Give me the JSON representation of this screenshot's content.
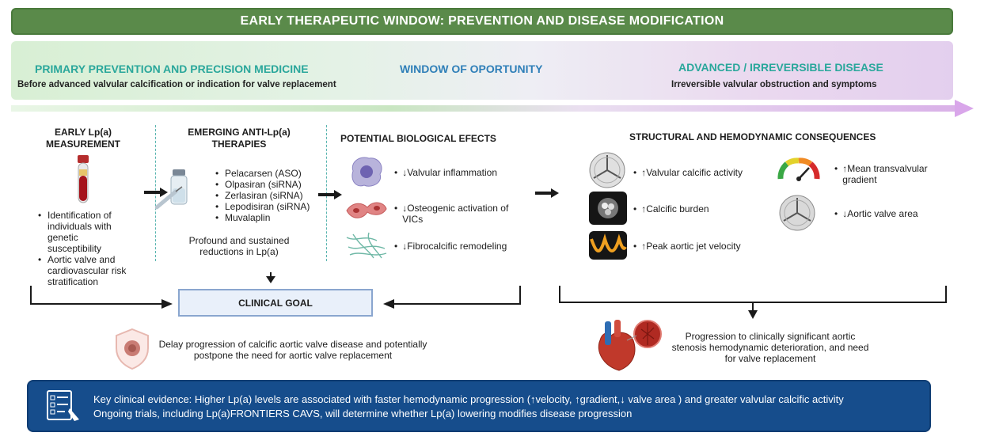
{
  "header": {
    "title": "EARLY THERAPEUTIC WINDOW: PREVENTION AND DISEASE MODIFICATION"
  },
  "band": {
    "left_title": "PRIMARY PREVENTION AND PRECISION MEDICINE",
    "left_subtitle": "Before advanced valvular calcification or indication for valve replacement",
    "center_title": "WINDOW OF OPORTUNITY",
    "right_title": "ADVANCED / IRREVERSIBLE DISEASE",
    "right_subtitle": "Irreversible valvular obstruction and symptoms"
  },
  "measurement": {
    "title": "EARLY Lp(a) MEASUREMENT",
    "bullets": [
      "Identification of individuals with genetic susceptibility",
      "Aortic valve and cardiovascular risk stratification"
    ]
  },
  "therapies": {
    "title": "EMERGING ANTI-Lp(a) THERAPIES",
    "items": [
      "Pelacarsen (ASO)",
      "Olpasiran (siRNA)",
      "Zerlasiran (siRNA)",
      "Lepodisiran (siRNA)",
      "Muvalaplin"
    ],
    "note": "Profound and sustained reductions in Lp(a)"
  },
  "effects": {
    "title": "POTENTIAL BIOLOGICAL EFECTS",
    "items": [
      "↓Valvular inflammation",
      "↓Osteogenic activation of VICs",
      "↓Fibrocalcific remodeling"
    ]
  },
  "consequences": {
    "title": "STRUCTURAL AND HEMODYNAMIC CONSEQUENCES",
    "left_items": [
      "↑Valvular calcific activity",
      "↑Calcific burden",
      "↑Peak aortic jet velocity"
    ],
    "right_items": [
      "↑Mean transvalvular gradient",
      "↓Aortic valve area"
    ]
  },
  "goal": {
    "label": "CLINICAL GOAL",
    "text": "Delay progression of calcific aortic valve disease and potentially postpone the need for aortic valve replacement"
  },
  "progression": {
    "text": "Progression to clinically significant aortic stenosis hemodynamic deterioration, and need for valve replacement"
  },
  "evidence": {
    "line1": "Key clinical evidence: Higher Lp(a) levels are associated with faster hemodynamic progression (↑velocity, ↑gradient,↓ valve area ) and greater valvular calcific activity",
    "line2": "Ongoing trials, including Lp(a)FRONTIERS CAVS, will determine whether Lp(a) lowering modifies disease progression"
  },
  "colors": {
    "header_green": "#5a8a4a",
    "band_title_teal": "#2aa79b",
    "band_title_blue": "#2f7fb8",
    "goal_border": "#8aa6cf",
    "evidence_blue": "#164d8c",
    "divider_teal": "#5ab5b0"
  },
  "icons": [
    "blood-tube-icon",
    "vial-syringe-icon",
    "immune-cell-icon",
    "vic-cells-icon",
    "fibrosis-icon",
    "aortic-valve-icon",
    "ct-scan-icon",
    "doppler-icon",
    "gauge-icon",
    "shield-icon",
    "heart-icon",
    "checklist-icon"
  ]
}
